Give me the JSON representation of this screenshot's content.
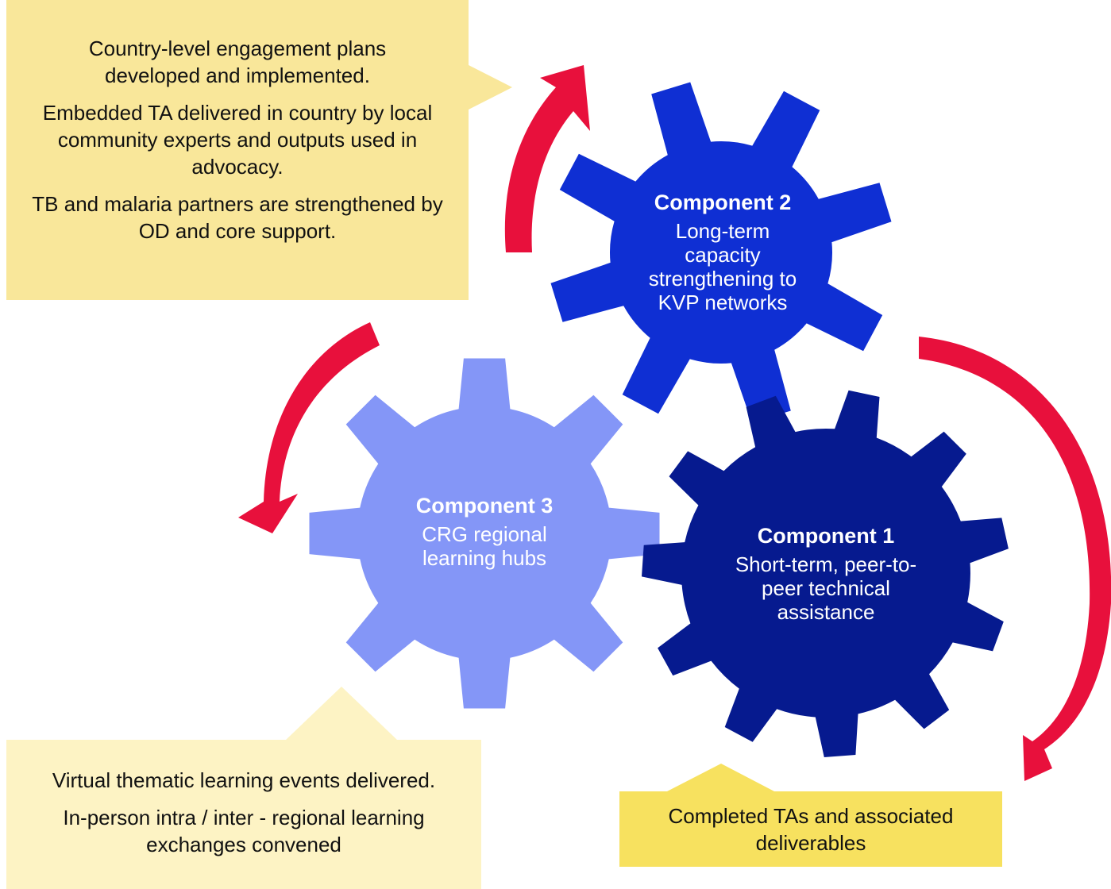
{
  "colors": {
    "arrow": "#e8103c",
    "gear_component_1": "#061a8f",
    "gear_component_2": "#0f2fd3",
    "gear_component_3": "#8496f7",
    "callout_top": "#f9e79a",
    "callout_bottom_left": "#fdf3c4",
    "callout_bottom_right": "#f7e15f"
  },
  "callouts": {
    "top": {
      "lines": [
        "Country-level engagement plans developed and implemented.",
        "Embedded TA delivered in country by local community experts and outputs used in advocacy.",
        "TB and malaria partners are strengthened by OD and core support."
      ]
    },
    "bottom_left": {
      "lines": [
        "Virtual thematic learning events delivered.",
        "In-person intra / inter - regional learning exchanges convened"
      ]
    },
    "bottom_right": {
      "lines": [
        "Completed TAs and associated deliverables"
      ]
    }
  },
  "components": {
    "c2": {
      "title": "Component 2",
      "description": "Long-term capacity strengthening to KVP networks"
    },
    "c3": {
      "title": "Component 3",
      "description": "CRG regional learning hubs"
    },
    "c1": {
      "title": "Component 1",
      "description": "Short-term, peer-to-peer technical assistance"
    }
  }
}
